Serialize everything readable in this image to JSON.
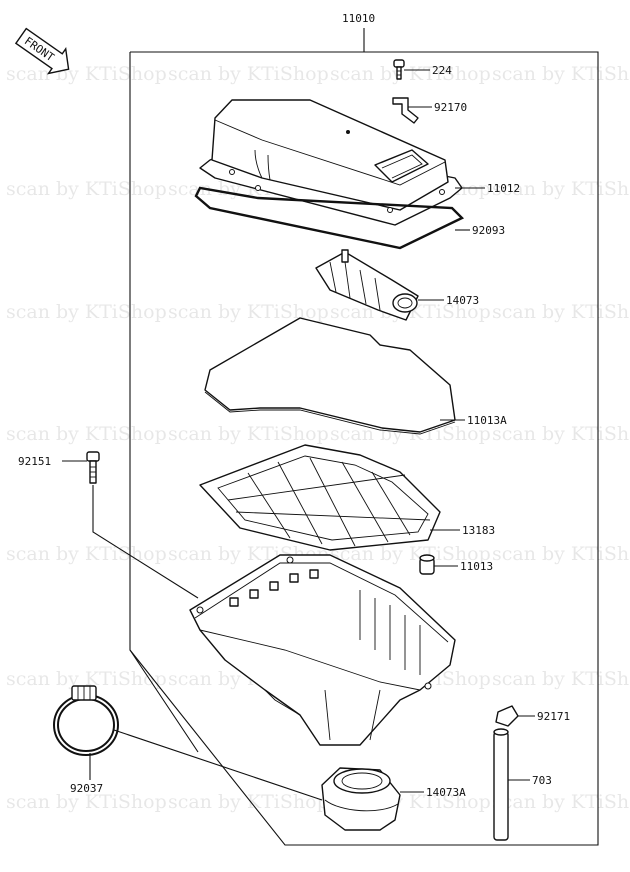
{
  "diagram": {
    "assembly_number": "11010",
    "front_label": "FRONT",
    "watermark_text": "scan by KTiShop",
    "callouts": [
      {
        "id": "bolt-224",
        "label": "224"
      },
      {
        "id": "bracket-92170",
        "label": "92170"
      },
      {
        "id": "cover-11012",
        "label": "11012"
      },
      {
        "id": "gasket-92093",
        "label": "92093"
      },
      {
        "id": "duct-14073",
        "label": "14073"
      },
      {
        "id": "filter-11013a",
        "label": "11013A"
      },
      {
        "id": "bolt-92151",
        "label": "92151"
      },
      {
        "id": "holder-13183",
        "label": "13183"
      },
      {
        "id": "cap-11013",
        "label": "11013"
      },
      {
        "id": "clip-92171",
        "label": "92171"
      },
      {
        "id": "clamp-92037",
        "label": "92037"
      },
      {
        "id": "hose-703",
        "label": "703"
      },
      {
        "id": "duct-14073a",
        "label": "14073A"
      }
    ]
  }
}
